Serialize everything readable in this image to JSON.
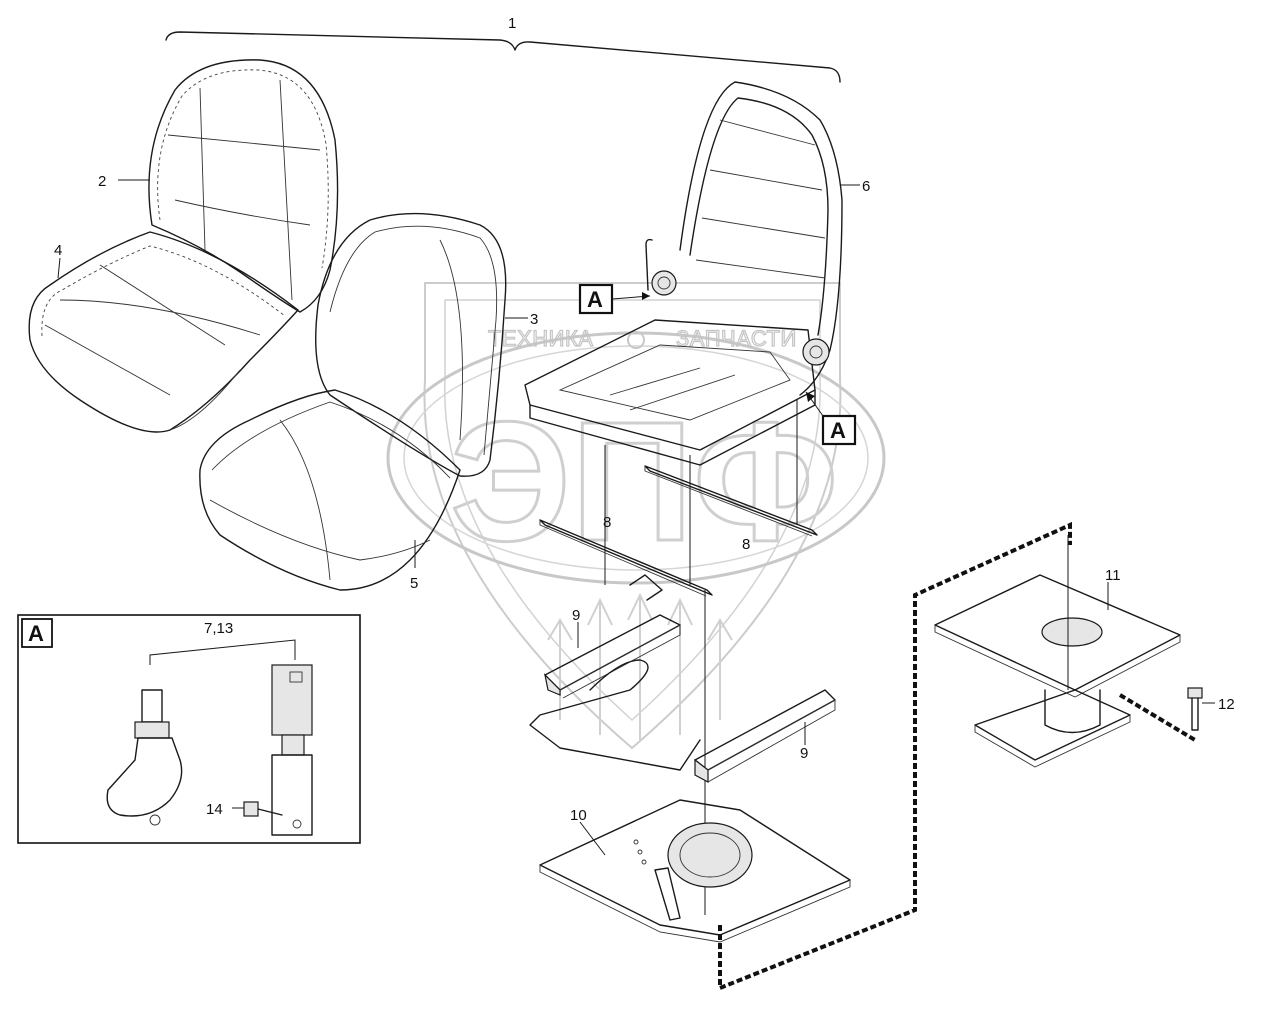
{
  "watermark": {
    "left_text": "ТЕХНИКА",
    "right_text": "ЗАПЧАСТИ",
    "big_text": "ЭПФ"
  },
  "callouts": {
    "c1": "1",
    "c2": "2",
    "c3": "3",
    "c4": "4",
    "c5": "5",
    "c6": "6",
    "c7_13": "7,13",
    "c8a": "8",
    "c8b": "8",
    "c9a": "9",
    "c9b": "9",
    "c10": "10",
    "c11": "11",
    "c12": "12",
    "c14": "14"
  },
  "view_refs": {
    "ref_a_top": "A",
    "ref_a_right": "A",
    "detail_box_label": "A"
  }
}
